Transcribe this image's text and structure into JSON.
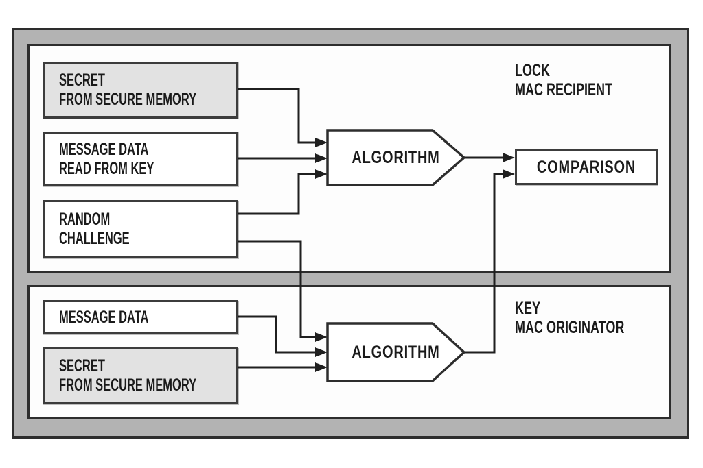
{
  "panels": {
    "lock": {
      "corner_label": {
        "line1": "LOCK",
        "line2": "MAC RECIPIENT"
      },
      "boxes": {
        "secret": {
          "line1": "SECRET",
          "line2": "FROM SECURE MEMORY"
        },
        "message": {
          "line1": "MESSAGE DATA",
          "line2": "READ FROM KEY"
        },
        "random": {
          "line1": "RANDOM",
          "line2": "CHALLENGE"
        }
      },
      "algorithm": "ALGORITHM",
      "comparison": "COMPARISON"
    },
    "key": {
      "corner_label": {
        "line1": "KEY",
        "line2": "MAC ORIGINATOR"
      },
      "boxes": {
        "message": {
          "line1": "MESSAGE DATA"
        },
        "secret": {
          "line1": "SECRET",
          "line2": "FROM SECURE MEMORY"
        }
      },
      "algorithm": "ALGORITHM"
    }
  },
  "colors": {
    "frame_gray": "#b3b3b3",
    "shaded_box": "#e2e2e2",
    "panel_border": "#2d2d2d",
    "box_border": "#3c3c3c",
    "connector": "#1f1f1f",
    "text": "#1a1a1a"
  }
}
